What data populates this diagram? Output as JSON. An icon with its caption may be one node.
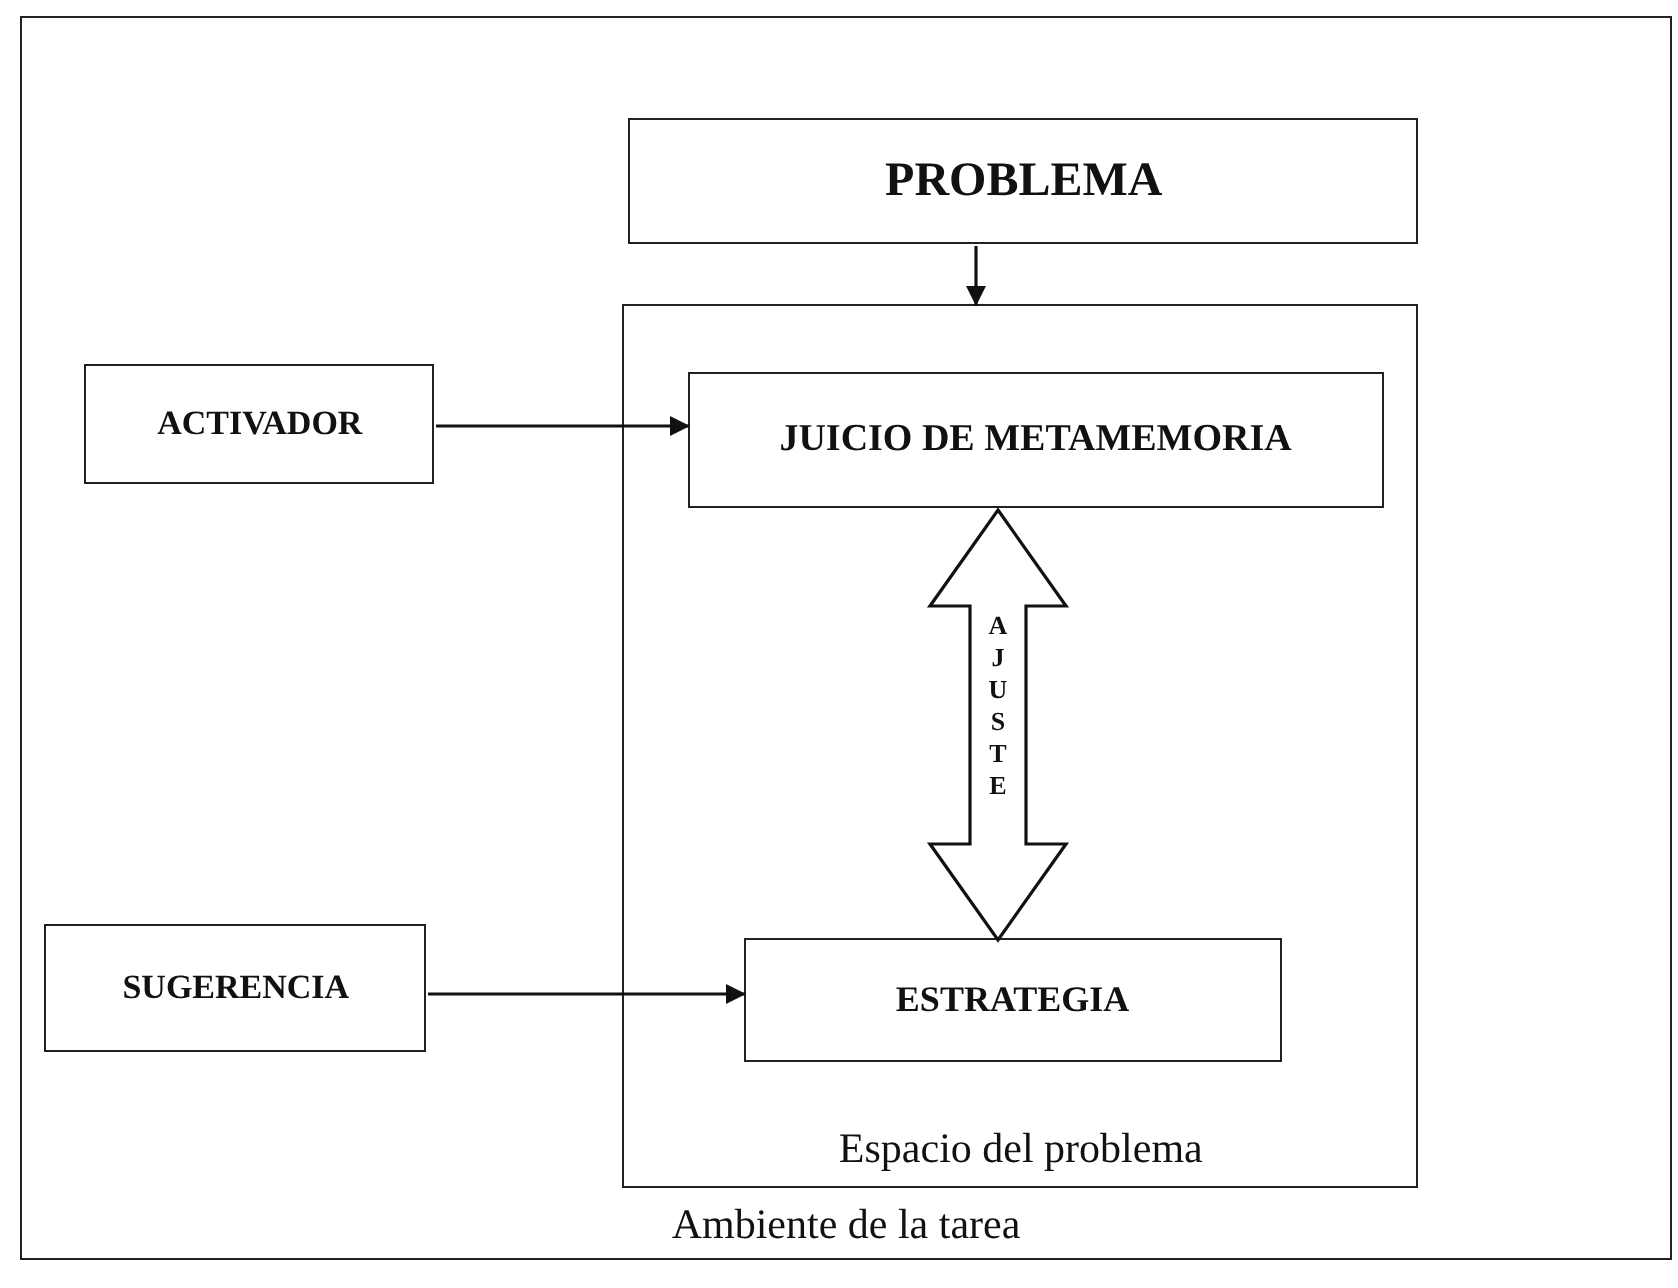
{
  "diagram": {
    "nodes": [
      {
        "text": [
          "Ambiente de la tarea"
        ]
      },
      {
        "text": [
          "PROBLEMA"
        ],
        "in": 0
      },
      {
        "text": [
          "Espacio del problema"
        ],
        "in": 0
      },
      {
        "text": [
          "JUICIO DE METAMEMORIA"
        ],
        "in": 2
      },
      {
        "text": [
          "ESTRATEGIA"
        ],
        "in": 2
      },
      {
        "text": [
          "ACTIVADOR"
        ],
        "in": 0
      },
      {
        "text": [
          "SUGERENCIA"
        ],
        "in": 0
      }
    ],
    "edges": [
      {
        "from": 1,
        "to": 2,
        "arrow": "to"
      },
      {
        "from": 5,
        "to": 3,
        "arrow": "to"
      },
      {
        "from": 4,
        "to": 3,
        "arrow": "both",
        "label": "AJUSTE",
        "style": "thick"
      },
      {
        "from": 6,
        "to": 4,
        "arrow": "to"
      }
    ]
  }
}
